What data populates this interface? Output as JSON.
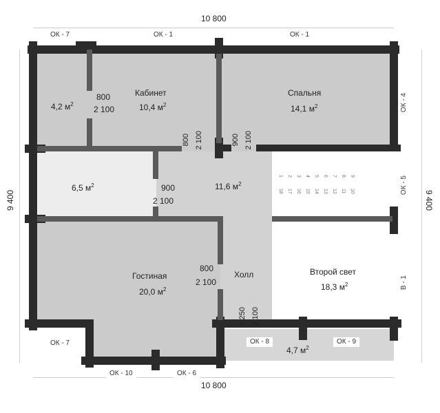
{
  "dimensions": {
    "top": "10 800",
    "bottom": "10 800",
    "left": "9 400",
    "right": "9 400"
  },
  "rooms": [
    {
      "name": "",
      "area": "4,2 м",
      "sup": "2"
    },
    {
      "name": "Кабинет",
      "area": "10,4 м",
      "sup": "2"
    },
    {
      "name": "Спальня",
      "area": "14,1 м",
      "sup": "2"
    },
    {
      "name": "",
      "area": "6,5 м",
      "sup": "2"
    },
    {
      "name": "",
      "area": "11,6 м",
      "sup": "2"
    },
    {
      "name": "Гостиная",
      "area": "20,0 м",
      "sup": "2"
    },
    {
      "name": "Холл",
      "area": ""
    },
    {
      "name": "Второй свет",
      "area": "18,3 м",
      "sup": "2"
    },
    {
      "name": "",
      "area": "4,7 м",
      "sup": "2"
    }
  ],
  "windows": [
    "ОК - 7",
    "ОК - 1",
    "ОК - 1",
    "ОК - 4",
    "ОК - 5",
    "В - 1",
    "ОК - 7",
    "ОК - 10",
    "ОК - 6",
    "ОК - 8",
    "ОК - 9"
  ],
  "doors": [
    {
      "w": "800",
      "h": "2 100"
    },
    {
      "w": "800",
      "h": "2 100"
    },
    {
      "w": "900",
      "h": "2 100"
    },
    {
      "w": "900",
      "h": "2 100"
    },
    {
      "w": "800",
      "h": "2 100"
    },
    {
      "w": "1 250",
      "h": "2 100"
    }
  ],
  "stairs": {
    "top": [
      "1",
      "2",
      "3",
      "4",
      "5",
      "6",
      "7",
      "8",
      "9"
    ],
    "bottom": [
      "18",
      "17",
      "16",
      "15",
      "14",
      "13",
      "12",
      "11",
      "10"
    ]
  },
  "colors": {
    "wall": "#2b2b2b",
    "inner_wall": "#5a5a5a",
    "room": "#cbcbcb",
    "light_room": "#ededed"
  }
}
